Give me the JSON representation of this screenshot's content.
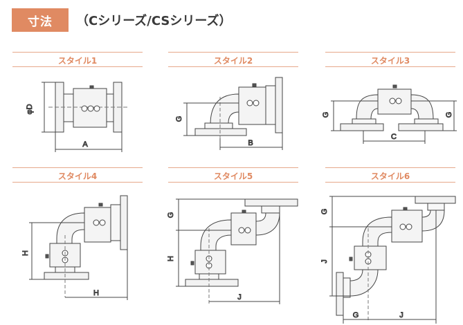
{
  "header": {
    "badge": "寸法",
    "title": "（Cシリーズ/CSシリーズ）"
  },
  "styles": [
    {
      "label": "スタイル1",
      "dims": [
        "φD",
        "A"
      ]
    },
    {
      "label": "スタイル2",
      "dims": [
        "G",
        "B"
      ]
    },
    {
      "label": "スタイル3",
      "dims": [
        "G",
        "G",
        "C"
      ]
    },
    {
      "label": "スタイル4",
      "dims": [
        "H",
        "H"
      ]
    },
    {
      "label": "スタイル5",
      "dims": [
        "G",
        "H",
        "J"
      ]
    },
    {
      "label": "スタイル6",
      "dims": [
        "G",
        "J",
        "G",
        "J"
      ]
    }
  ],
  "colors": {
    "accent": "#e08a62",
    "line": "#444444"
  }
}
